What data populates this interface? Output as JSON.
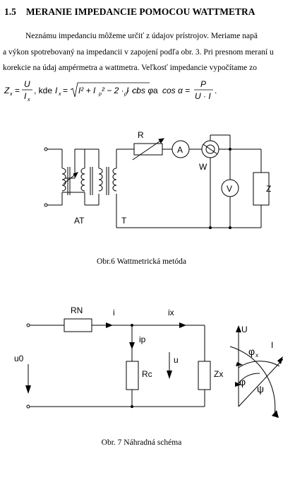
{
  "section": {
    "number": "1.5",
    "title": "MERANIE IMPEDANCIE POMOCOU WATTMETRA"
  },
  "paragraph": {
    "line1": "Neznámu impedanciu môžeme určiť z údajov prístrojov. Meriame napä",
    "line2": "a výkon spotrebovaný na impedancii v zapojení podľa obr. 3. Pri presnom meraní u",
    "line3": "korekcie na údaj ampérmetra a wattmetra. Veľkosť impedancie vypočítame zo"
  },
  "formula": {
    "lhs": "Z",
    "sub_x": "x",
    "eq": "=",
    "num_U": "U",
    "den_I": "I",
    "kde": ", kde",
    "i_lhs": "I",
    "sqrt_body": "I² + I",
    "sqrt_rest": "² − 2 · I · I",
    "cos_phi": " · cos φ",
    "a": "a",
    "cos_alpha": "cos α =",
    "num_P": "P",
    "den_UI": "U · I",
    "sub_p": "p",
    "period": "."
  },
  "figure6": {
    "caption": "Obr.6 Wattmetrická metóda",
    "labels": {
      "R": "R",
      "A": "A",
      "W": "W",
      "V": "V",
      "Z": "Z",
      "AT": "AT",
      "T": "T"
    }
  },
  "figure7": {
    "caption": "Obr. 7 Náhradná schéma",
    "labels": {
      "RN": "RN",
      "i": "i",
      "ix": "ix",
      "ip": "ip",
      "u0": "u0",
      "Rc": "Rc",
      "u": "u",
      "Zx": "Zx",
      "U": "U",
      "I": "I",
      "phi_x": "φ",
      "phi_x_sub": "x",
      "phi": "φ",
      "psi": "ψ"
    }
  }
}
